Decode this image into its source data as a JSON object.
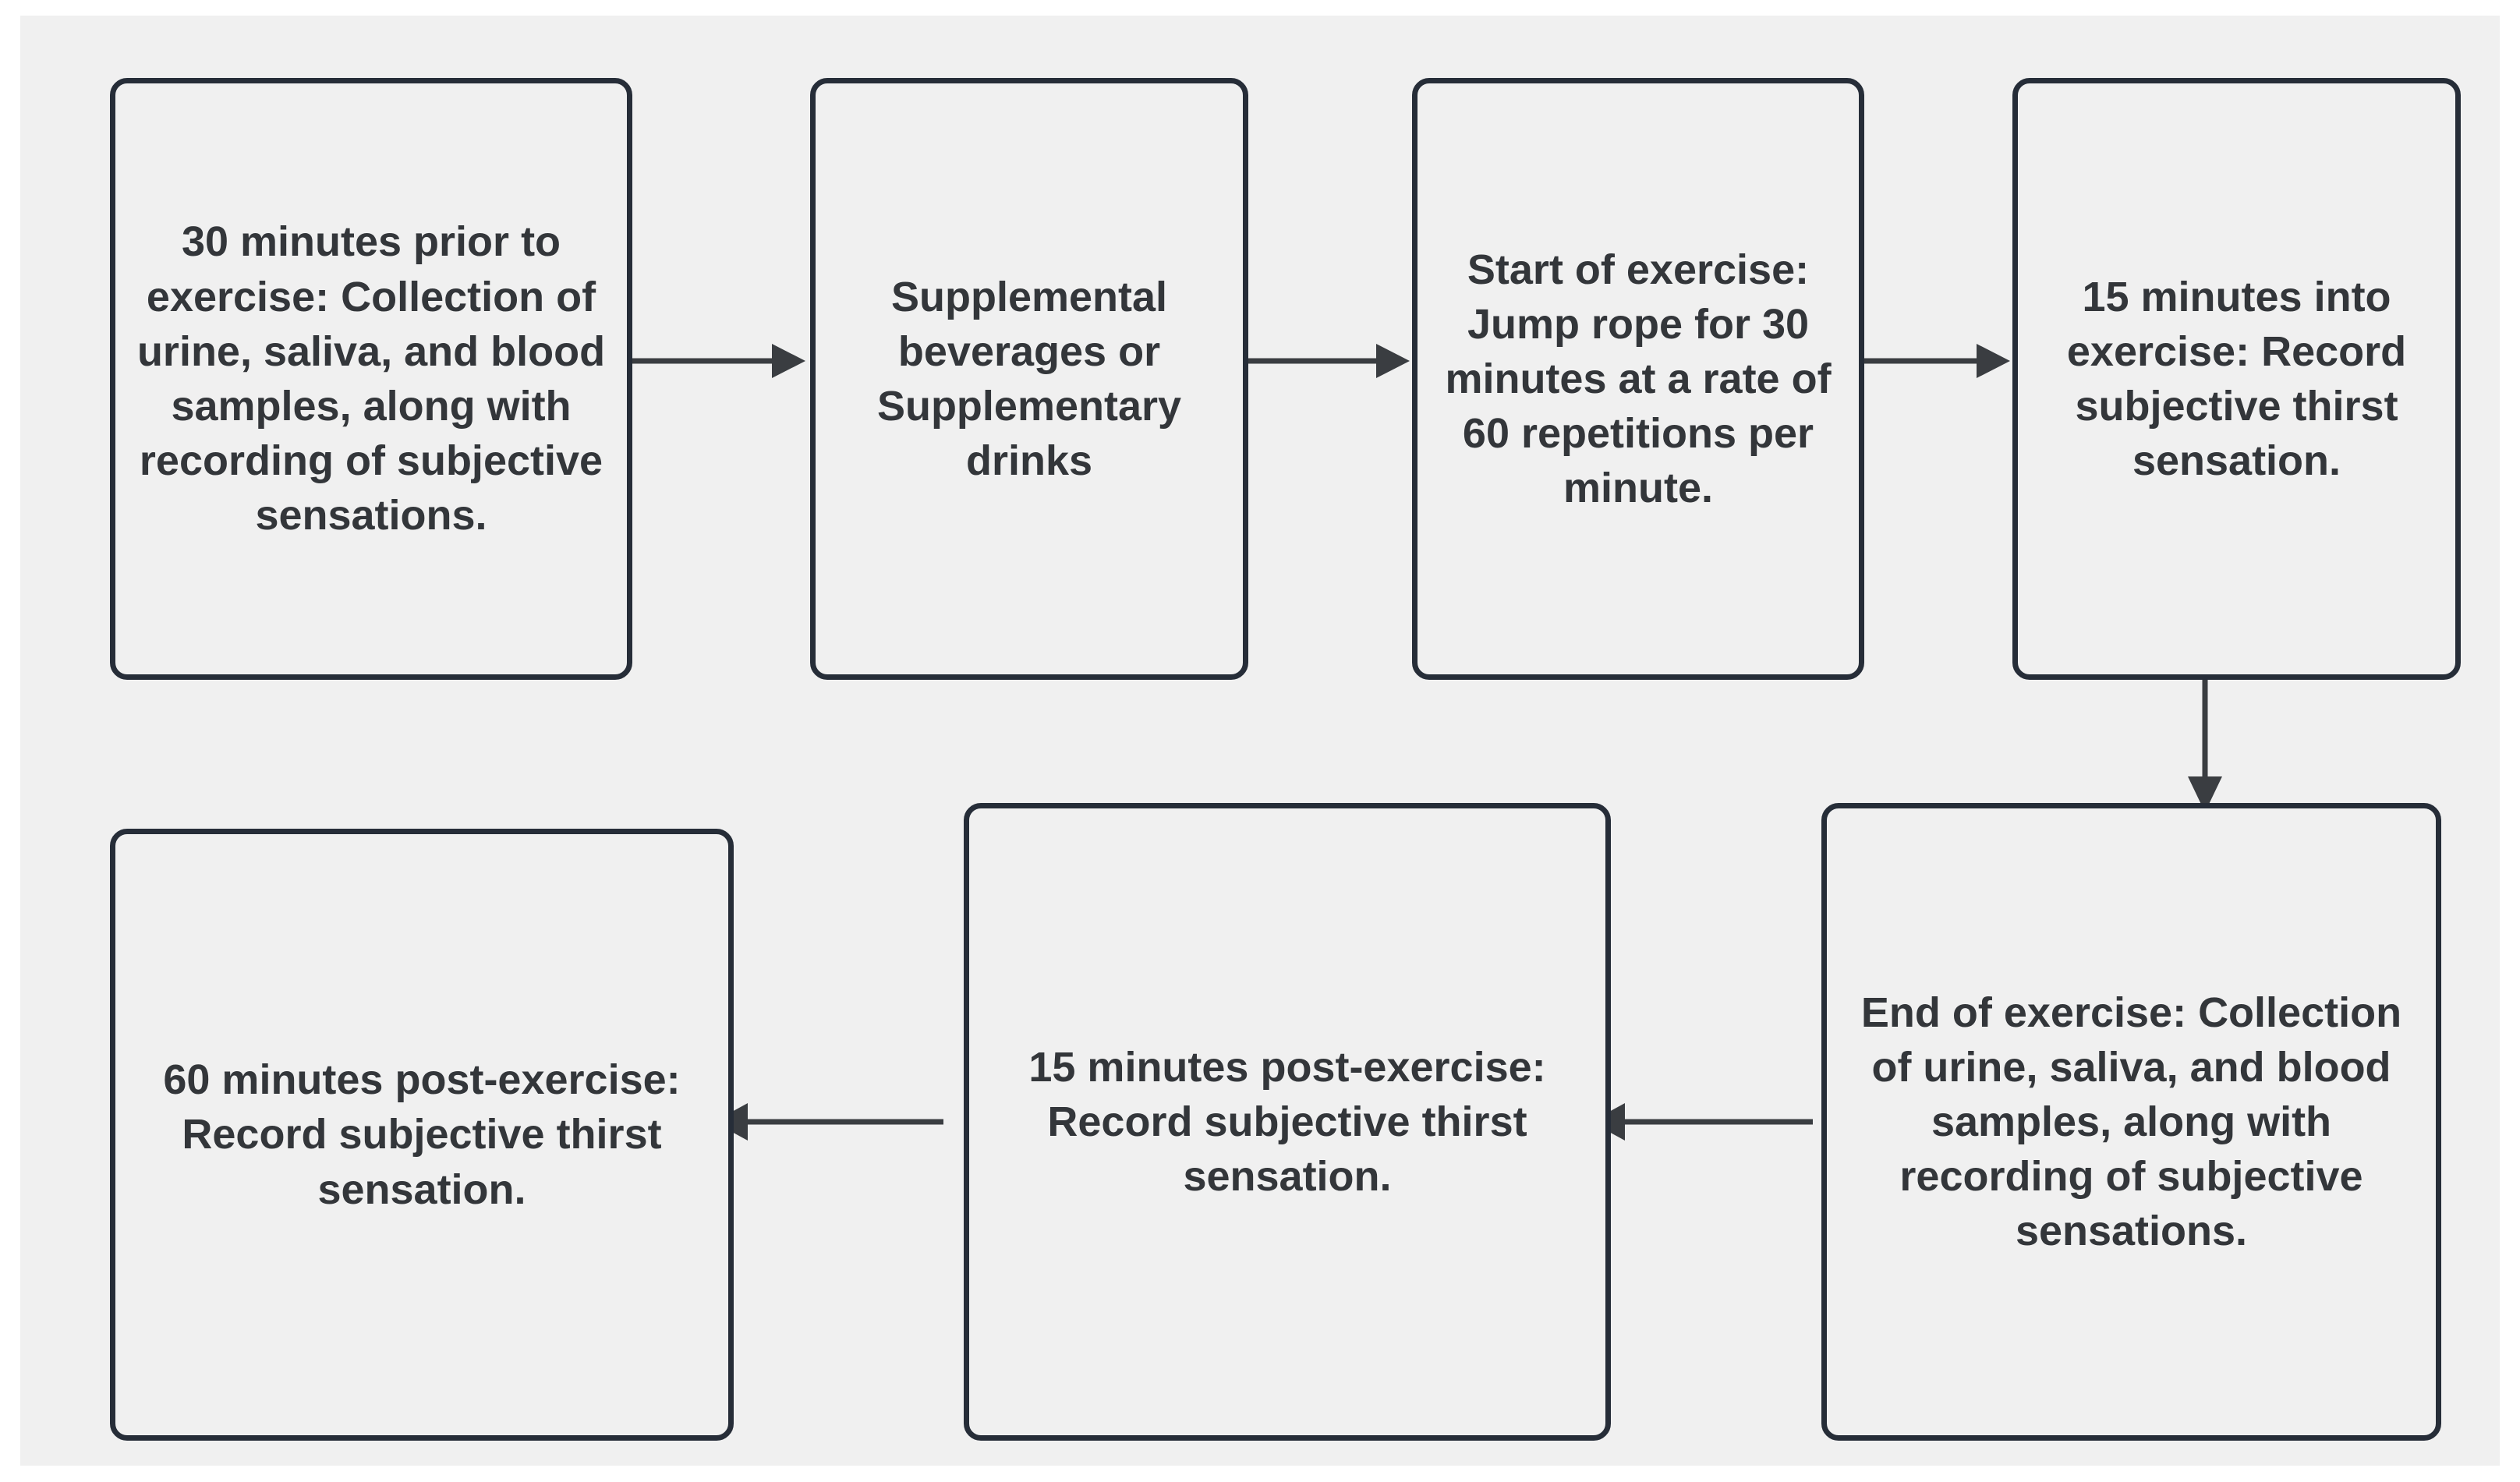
{
  "diagram": {
    "background_color": "#f0f0f0",
    "page_color": "#ffffff",
    "node_border_color": "#262d38",
    "node_fill_color": "#f0f0f0",
    "text_color": "#33363a",
    "connector_color": "#3a3d41",
    "type": "flowchart",
    "orientation": "serpentine-left-to-right-then-right-to-left"
  },
  "nodes": {
    "pre_exercise_sampling": {
      "id": "n1",
      "text": "30 minutes prior to exercise: Collection of urine, saliva, and blood samples, along with recording of subjective sensations."
    },
    "supplemental_beverages": {
      "id": "n2",
      "text": "Supplemental beverages or Supplementary drinks"
    },
    "exercise_start": {
      "id": "n3",
      "text": "Start of exercise: Jump rope for 30 minutes at a rate of 60 repetitions per minute."
    },
    "mid_exercise_thirst": {
      "id": "n4",
      "text": "15 minutes into exercise: Record subjective thirst sensation."
    },
    "end_exercise_sampling": {
      "id": "n5",
      "text": "End of exercise: Collection of urine, saliva, and blood samples, along with recording of subjective sensations."
    },
    "post15_thirst": {
      "id": "n6",
      "text": "15 minutes post-exercise: Record subjective thirst sensation."
    },
    "post60_thirst": {
      "id": "n7",
      "text": "60 minutes post-exercise: Record subjective thirst sensation."
    }
  },
  "edges": [
    {
      "from": "pre_exercise_sampling",
      "to": "supplemental_beverages",
      "direction": "right",
      "label": ""
    },
    {
      "from": "supplemental_beverages",
      "to": "exercise_start",
      "direction": "right",
      "label": ""
    },
    {
      "from": "exercise_start",
      "to": "mid_exercise_thirst",
      "direction": "right",
      "label": ""
    },
    {
      "from": "mid_exercise_thirst",
      "to": "end_exercise_sampling",
      "direction": "down",
      "label": ""
    },
    {
      "from": "end_exercise_sampling",
      "to": "post15_thirst",
      "direction": "left",
      "label": ""
    },
    {
      "from": "post15_thirst",
      "to": "post60_thirst",
      "direction": "left",
      "label": ""
    }
  ]
}
